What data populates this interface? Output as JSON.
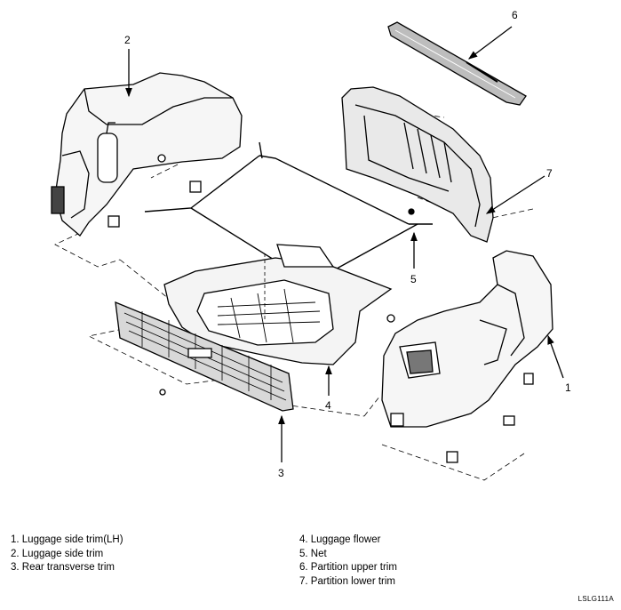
{
  "callouts": {
    "c1": "1",
    "c2": "2",
    "c3": "3",
    "c4": "4",
    "c5": "5",
    "c6": "6",
    "c7": "7"
  },
  "legend": [
    "1. Luggage side trim(LH)",
    "2. Luggage side trim",
    "3. Rear transverse trim",
    "4. Luggage flower",
    "5. Net",
    "6. Partition upper trim",
    "7. Partition lower trim"
  ],
  "figure_code": "LSLG111A"
}
